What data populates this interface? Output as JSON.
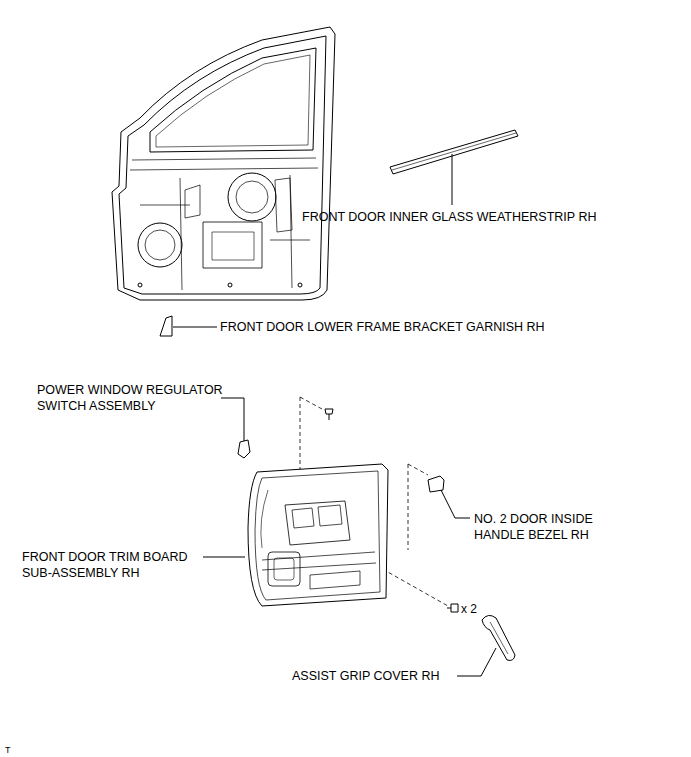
{
  "diagram": {
    "labels": [
      "FRONT DOOR INNER GLASS WEATHERSTRIP RH",
      "FRONT DOOR LOWER FRAME BRACKET GARNISH RH",
      "POWER WINDOW REGULATOR SWITCH ASSEMBLY",
      "NO. 2 DOOR INSIDE HANDLE BEZEL RH",
      "FRONT DOOR TRIM BOARD SUB-ASSEMBLY RH",
      "x 2",
      "ASSIST GRIP COVER RH",
      "T"
    ]
  }
}
